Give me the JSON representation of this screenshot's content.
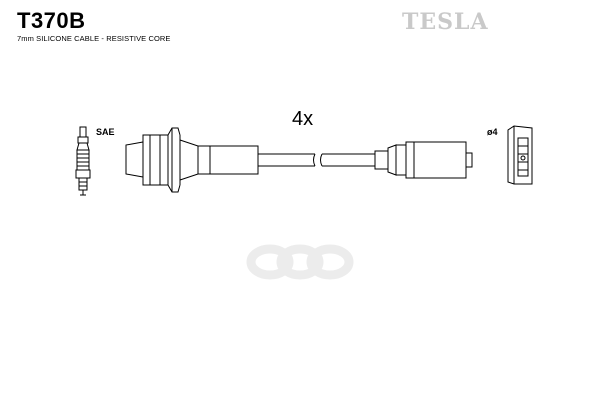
{
  "header": {
    "part_number": "T370B",
    "description": "7mm SILICONE CABLE - RESISTIVE CORE",
    "brand": "TESLA"
  },
  "diagram": {
    "quantity_label": "4x",
    "plug_end_label": "SAE",
    "coil_end_label": "ø4"
  },
  "watermark": {
    "text": "ооо"
  },
  "colors": {
    "line": "#000000",
    "brand": "#c9c9c9",
    "watermark": "#ececec"
  }
}
